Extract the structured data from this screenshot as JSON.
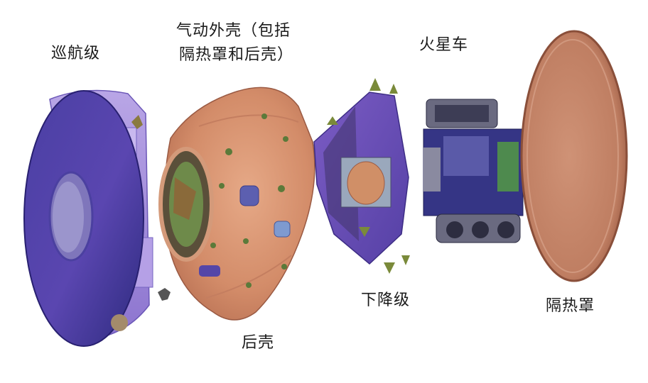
{
  "labels": {
    "cruise_stage": "巡航级",
    "aeroshell_line1": "气动外壳（包括",
    "aeroshell_line2": "隔热罩和后壳）",
    "backshell": "后壳",
    "descent_stage": "下降级",
    "rover": "火星车",
    "heat_shield": "隔热罩"
  },
  "colors": {
    "cruise_dark": "#3a3390",
    "cruise_light": "#7a66c4",
    "aeroshell": "#d59270",
    "aeroshell_dark": "#a85d45",
    "descent": "#6a4bb4",
    "rover": "#3a3a8a",
    "heat_shield": "#b9795e",
    "heat_shield_rim": "#8a4f3a"
  }
}
